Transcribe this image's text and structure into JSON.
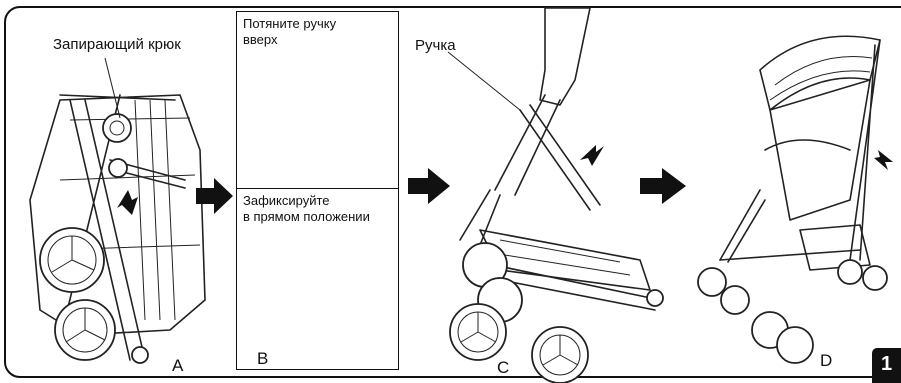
{
  "labels": {
    "lock_hook": "Запирающий крюк",
    "pull_handle": "Потяните ручку\nвверх",
    "fix_straight": "Зафиксируйте\nв прямом положении",
    "handle": "Ручка"
  },
  "steps": {
    "a": "A",
    "b": "B",
    "c": "C",
    "d": "D"
  },
  "page_number": "1",
  "colors": {
    "ink": "#111111",
    "background": "#ffffff"
  }
}
